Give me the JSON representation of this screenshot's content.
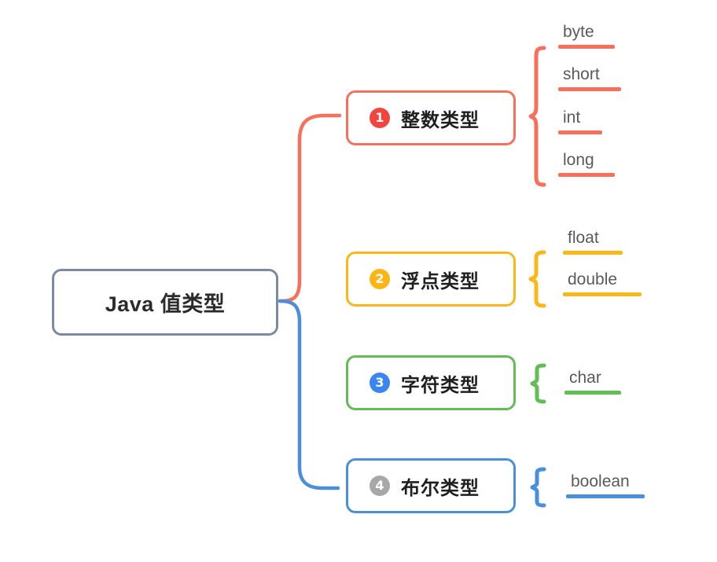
{
  "diagram": {
    "title": "Java 值类型",
    "type": "mindmap",
    "root": {
      "label": "Java 值类型",
      "border_color": "#7b8ba3"
    },
    "colors": {
      "root_border": "#7b8ba3",
      "red": "#f8705c",
      "amber": "#fab718",
      "green": "#62bd55",
      "blue": "#4a8fdd",
      "badge_red": "#f2453d",
      "badge_amber": "#fcb515",
      "badge_blue": "#3a86f0",
      "badge_gray": "#a8a8a8",
      "leaf_text": "#5a5a5a",
      "node_text": "#1f1f1f",
      "background": "#ffffff"
    },
    "branches": [
      {
        "number": "1",
        "label": "整数类型",
        "badge_color": "#f2453d",
        "border_color": "#f8705c",
        "leaves": [
          "byte",
          "short",
          "int",
          "long"
        ]
      },
      {
        "number": "2",
        "label": "浮点类型",
        "badge_color": "#fcb515",
        "border_color": "#fab718",
        "leaves": [
          "float",
          "double"
        ]
      },
      {
        "number": "3",
        "label": "字符类型",
        "badge_color": "#3a86f0",
        "border_color": "#62bd55",
        "leaves": [
          "char"
        ]
      },
      {
        "number": "4",
        "label": "布尔类型",
        "badge_color": "#a8a8a8",
        "border_color": "#4a8fdd",
        "leaves": [
          "boolean"
        ]
      }
    ]
  }
}
